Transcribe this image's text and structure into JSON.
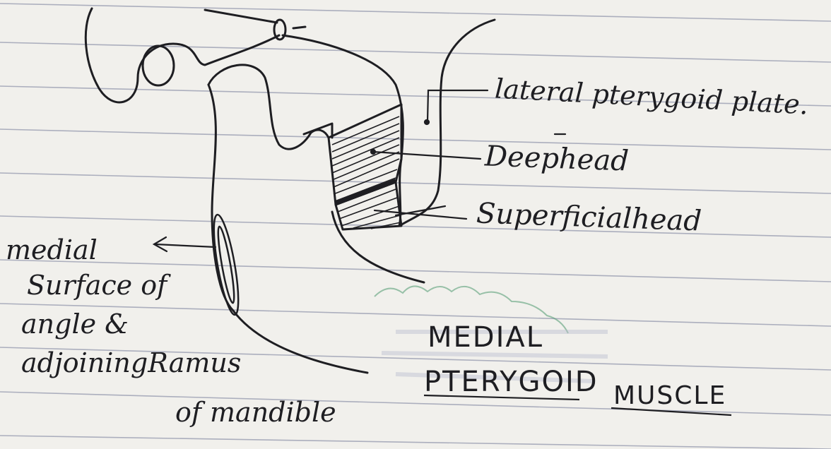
{
  "labels": {
    "lateral_plate": "lateral pterygoid plate.",
    "deep_head": "Deephead",
    "superficial_head": "Superficialhead",
    "medial_surface": [
      "medial",
      "Surface of",
      "angle &",
      "adjoiningRamus",
      "of mandible"
    ]
  },
  "title": {
    "line1": "MEDIAL",
    "line2": "PTERYGOID",
    "line3": "MUSCLE"
  },
  "colors": {
    "paper": "#f1f0ec",
    "ink": "#1e1e22",
    "rule": "#9fa3b5",
    "stamp_green": "#4f9a70",
    "stamp_blue": "#8f95b5"
  }
}
